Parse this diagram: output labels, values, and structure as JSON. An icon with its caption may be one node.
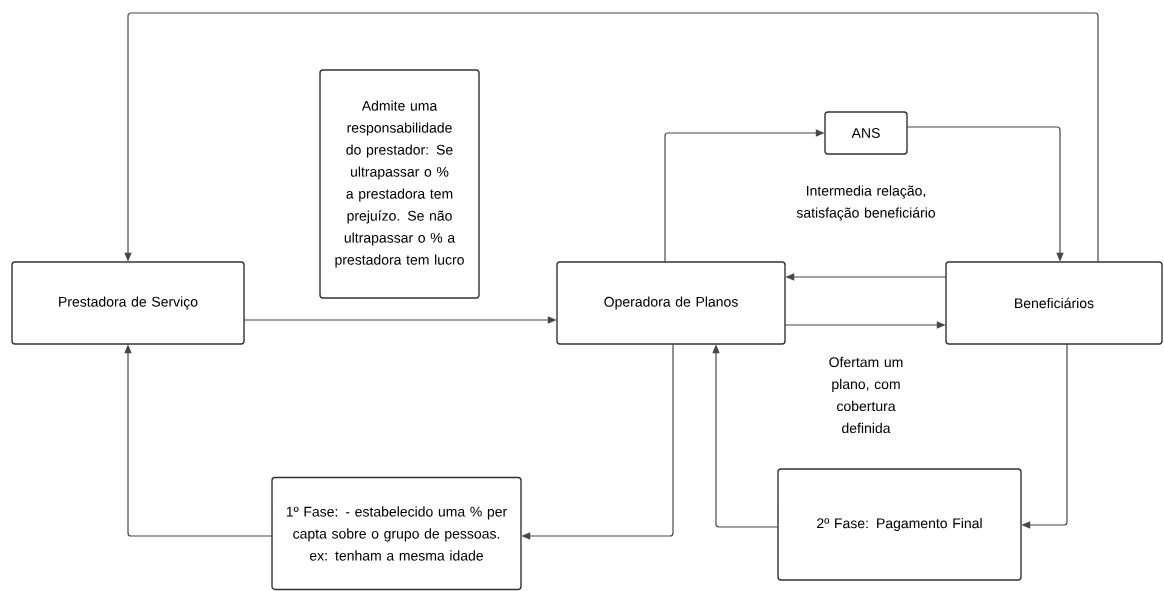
{
  "diagram": {
    "nodes": [
      {
        "text": [
          "Prestadora de Serviço"
        ]
      },
      {
        "text": [
          "Admite uma responsabilidade do prestador: Se ultrapassar o % a prestadora tem prejuízo. Se não ultrapassar o % a prestadora tem lucro"
        ]
      },
      {
        "text": [
          "Operadora de Planos"
        ]
      },
      {
        "text": [
          "ANS"
        ]
      },
      {
        "text": [
          "Beneficiários"
        ]
      },
      {
        "text": [
          "1º Fase: - estabelecido uma % per capta sobre o grupo de pessoas. ex: tenham a mesma idade"
        ]
      },
      {
        "text": [
          "2º Fase: Pagamento Final"
        ]
      }
    ],
    "edges": [
      {
        "from": 4,
        "to": 0,
        "arrow": "to"
      },
      {
        "from": 0,
        "to": 2,
        "arrow": "to"
      },
      {
        "from": 2,
        "to": 3,
        "arrow": "to"
      },
      {
        "from": 3,
        "to": 4,
        "arrow": "to"
      },
      {
        "from": 4,
        "to": 2,
        "arrow": "to"
      },
      {
        "from": 2,
        "to": 4,
        "arrow": "to"
      },
      {
        "from": 2,
        "to": 5,
        "arrow": "to"
      },
      {
        "from": 5,
        "to": 0,
        "arrow": "to"
      },
      {
        "from": 4,
        "to": 6,
        "arrow": "to"
      },
      {
        "from": 6,
        "to": 2,
        "arrow": "to"
      }
    ],
    "labels": [
      "Intermedia relação, satisfação beneficiário",
      "Ofertam um plano, com cobertura definida"
    ]
  }
}
